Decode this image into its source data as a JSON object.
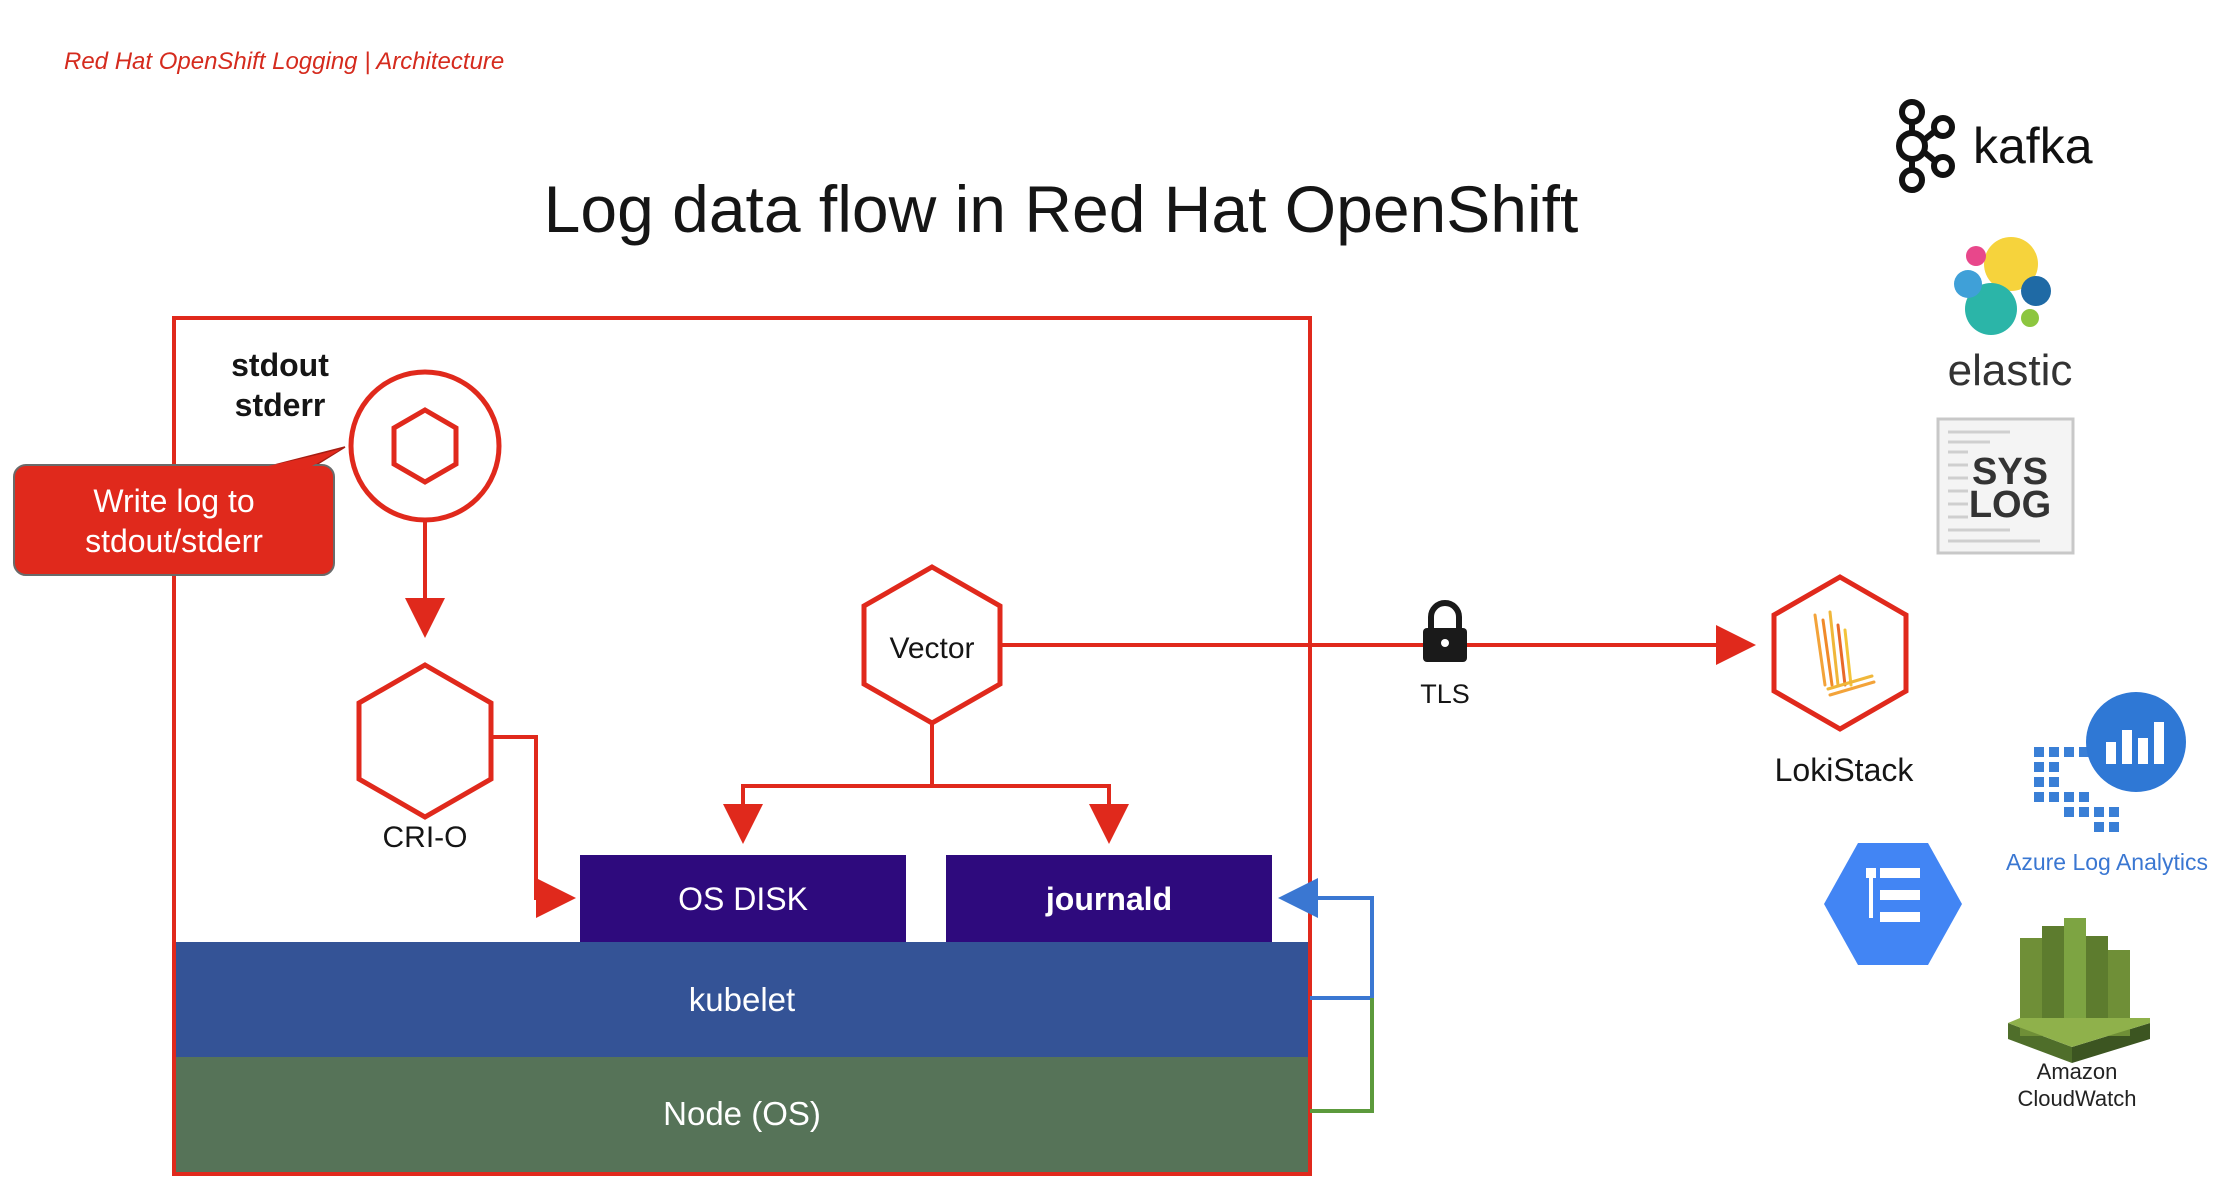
{
  "header": {
    "breadcrumb": "Red Hat OpenShift Logging | Architecture",
    "title": "Log data flow in Red Hat OpenShift"
  },
  "node": {
    "stdout_label": "stdout",
    "stderr_label": "stderr",
    "callout": {
      "line1": "Write log to",
      "line2": "stdout/stderr"
    },
    "crio_label": "CRI-O",
    "vector_label": "Vector",
    "os_disk_label": "OS DISK",
    "journald_label": "journald",
    "kubelet_label": "kubelet",
    "node_os_label": "Node (OS)"
  },
  "transport": {
    "tls_label": "TLS"
  },
  "outputs": {
    "lokistack_label": "LokiStack",
    "kafka_label": "kafka",
    "elastic_label": "elastic",
    "syslog_line1": "SYS",
    "syslog_line2": "LOG",
    "azure_label": "Azure Log Analytics",
    "cloudwatch_line1": "Amazon",
    "cloudwatch_line2": "CloudWatch"
  },
  "colors": {
    "accent_red": "#e0291c",
    "breadcrumb_red": "#d52b1e",
    "purple": "#2e0a7d",
    "kubelet_blue": "#345396",
    "node_green": "#567358",
    "arrow_blue": "#3a77d2",
    "arrow_green": "#5c9a3c"
  }
}
